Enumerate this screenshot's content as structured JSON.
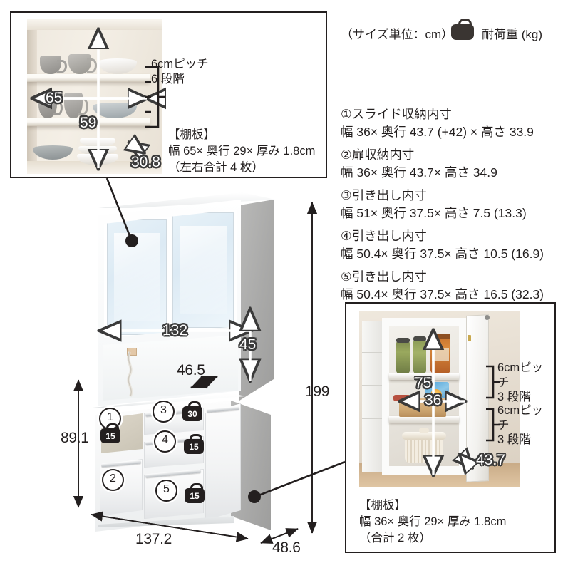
{
  "header": {
    "unit_note": "（サイズ単位：cm）",
    "load_icon": "handbag-icon",
    "load_label": "耐荷重 (kg)"
  },
  "specs": [
    {
      "title": "①スライド収納内寸",
      "value": "幅 36× 奥行 43.7 (+42) × 高さ 33.9"
    },
    {
      "title": "②扉収納内寸",
      "value": "幅 36× 奥行 43.7× 高さ 34.9"
    },
    {
      "title": "③引き出し内寸",
      "value": "幅 51× 奥行 37.5× 高さ 7.5 (13.3)"
    },
    {
      "title": "④引き出し内寸",
      "value": "幅 50.4× 奥行 37.5× 高さ 10.5 (16.9)"
    },
    {
      "title": "⑤引き出し内寸",
      "value": "幅 50.4× 奥行 37.5× 高さ 16.5 (32.3)"
    }
  ],
  "inset_top": {
    "dim_width": "65",
    "dim_height": "59",
    "dim_depth": "30.8",
    "pitch_line1": "6cmピッチ",
    "pitch_line2": "6 段階",
    "shelf_title": "【棚板】",
    "shelf_line1": "幅 65× 奥行 29× 厚み 1.8cm",
    "shelf_line2": "（左右合計 4 枚）"
  },
  "inset_bottom": {
    "dim_height": "75",
    "dim_width": "36",
    "dim_depth": "43.7",
    "pitch_upper_line1": "6cmピッチ",
    "pitch_upper_line2": "3 段階",
    "pitch_lower_line1": "6cmピッチ",
    "pitch_lower_line2": "3 段階",
    "shelf_title": "【棚板】",
    "shelf_line1": "幅 36× 奥行 29× 厚み 1.8cm",
    "shelf_line2": "（合計 2 枚）"
  },
  "product": {
    "dim_total_height": "199",
    "dim_hutch_width": "132",
    "dim_open_height": "45",
    "dim_counter_depth": "46.5",
    "dim_base_height": "89.1",
    "dim_total_width": "137.2",
    "dim_total_depth": "48.6",
    "callouts": [
      {
        "id": "1",
        "weight": "15"
      },
      {
        "id": "2",
        "weight": ""
      },
      {
        "id": "3",
        "weight": "30"
      },
      {
        "id": "4",
        "weight": "15"
      },
      {
        "id": "5",
        "weight": "15"
      }
    ]
  },
  "colors": {
    "ink": "#231f1f",
    "glass": "#dceaf4",
    "panel": "#a9a9a8"
  }
}
